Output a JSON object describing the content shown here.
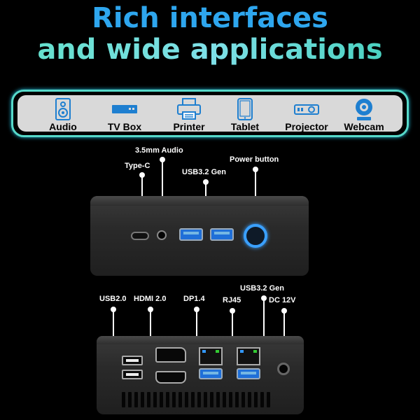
{
  "headline": {
    "line1": "Rich interfaces",
    "line2": "and wide applications"
  },
  "applications": [
    {
      "label": "Audio",
      "icon": "speaker-icon"
    },
    {
      "label": "TV Box",
      "icon": "tv-box-icon"
    },
    {
      "label": "Printer",
      "icon": "printer-icon"
    },
    {
      "label": "Tablet",
      "icon": "tablet-icon"
    },
    {
      "label": "Projector",
      "icon": "projector-icon"
    },
    {
      "label": "Webcam",
      "icon": "webcam-icon"
    }
  ],
  "front_ports": {
    "audio": "3.5mm Audio",
    "typec": "Type-C",
    "usb32": "USB3.2 Gen",
    "power": "Power button"
  },
  "rear_ports": {
    "usb20": "USB2.0",
    "hdmi": "HDMI 2.0",
    "dp": "DP1.4",
    "rj45": "RJ45",
    "usb32": "USB3.2 Gen",
    "dc": "DC 12V"
  },
  "colors": {
    "headline_blue": "#2ea6ee",
    "headline_teal": "#5fe0c8",
    "bar_border": "#57d9c9",
    "icon_blue": "#1e7fd0",
    "usb3_blue": "#1f6fd8",
    "power_ring": "#3aa0ff"
  }
}
